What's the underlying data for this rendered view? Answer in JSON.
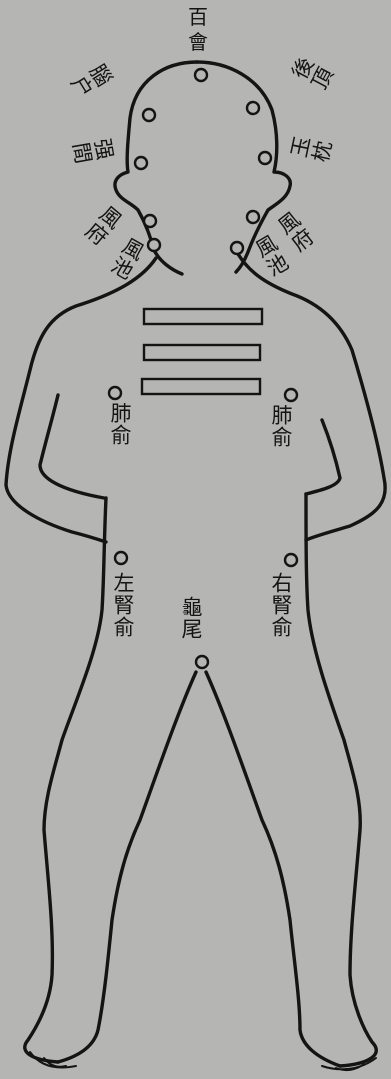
{
  "points": {
    "baihui": "百會",
    "naohu": "腦户",
    "qiangjian": "强間",
    "houding": "後頂",
    "yuzhen": "玉枕",
    "fengfu_l": "風府",
    "fengfu_r": "風府",
    "fengchi_l": "風池",
    "fengchi_r": "風池",
    "feishu_l": "肺俞",
    "feishu_r": "肺俞",
    "shenshu_l": "左腎俞",
    "shenshu_r": "右腎俞",
    "guiwei": "龜尾"
  },
  "colors": {
    "paper": "#b5b5b3",
    "ink": "#141414"
  }
}
